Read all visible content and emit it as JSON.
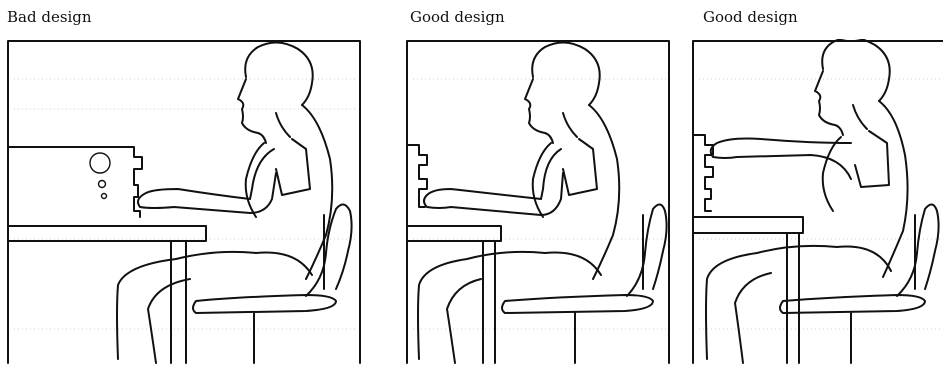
{
  "panels": [
    {
      "caption": "Bad design"
    },
    {
      "caption": "Good design"
    },
    {
      "caption": "Good design"
    }
  ]
}
